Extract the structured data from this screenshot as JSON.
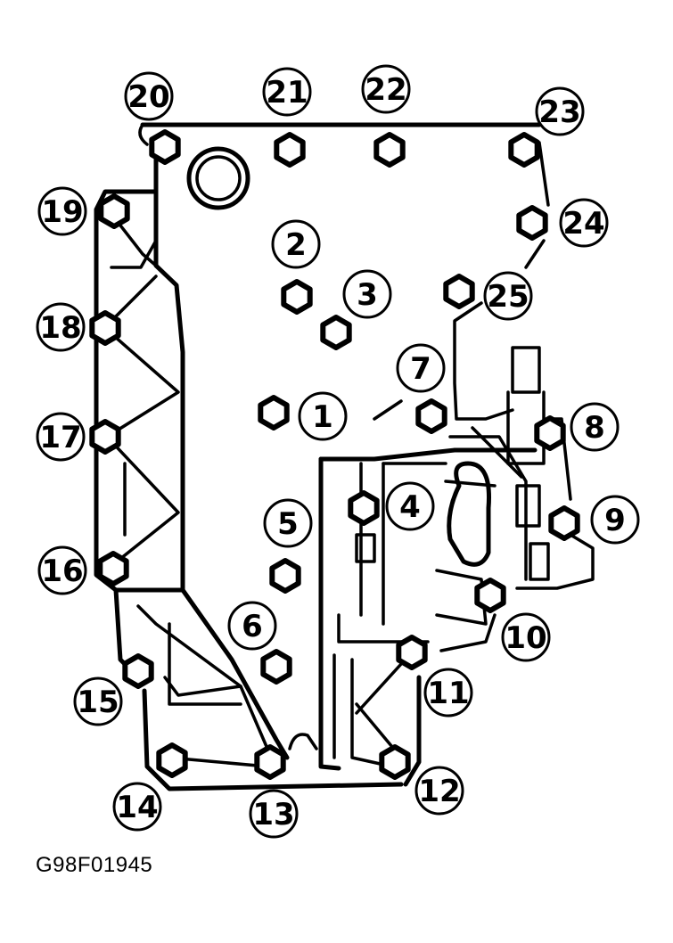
{
  "figure_code": "G98F01945",
  "callouts": [
    "1",
    "2",
    "3",
    "4",
    "5",
    "6",
    "7",
    "8",
    "9",
    "10",
    "11",
    "12",
    "13",
    "14",
    "15",
    "16",
    "17",
    "18",
    "19",
    "20",
    "21",
    "22",
    "23",
    "24",
    "25"
  ]
}
